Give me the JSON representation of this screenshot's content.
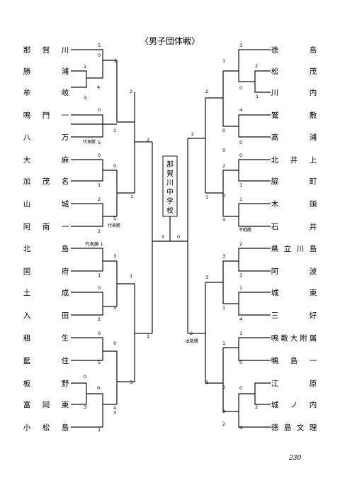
{
  "page_title": "〈男子団体戦〉",
  "page_number": "230",
  "champion": "那賀川中学校",
  "left_teams": [
    "那賀川",
    "勝浦",
    "牟岐",
    "鳴門一",
    "八万",
    "大麻",
    "加茂名",
    "山城",
    "阿南一",
    "北島",
    "国府",
    "土成",
    "入田",
    "粗生",
    "藍住",
    "板野",
    "富岡東",
    "小松島"
  ],
  "right_teams": [
    "徳島",
    "松茂",
    "川内",
    "鷲敷",
    "高浦",
    "北井上",
    "脇町",
    "木頭",
    "石井",
    "県立川島",
    "阿波",
    "城東",
    "三好",
    "鳴教大附属",
    "鴨島一",
    "江原",
    "城ノ内",
    "徳島文理"
  ],
  "left_scores": [
    "5",
    "2",
    "0",
    "1",
    "4",
    "3",
    "2",
    "0",
    "1",
    "5",
    "2",
    "0",
    "0",
    "1",
    "2",
    "5",
    "2",
    "1",
    "代表勝 1",
    "3",
    "1",
    "0",
    "3",
    "2",
    "1",
    "1",
    "0",
    "0",
    "5",
    "0",
    "0",
    "3",
    "4",
    "3",
    "3",
    "1"
  ],
  "right_scores": [
    "3",
    "1",
    "0",
    "2",
    "1",
    "0",
    "4",
    "0",
    "2",
    "2",
    "0",
    "1",
    "0",
    "2",
    "1",
    "3",
    "0",
    "1",
    "2",
    "3",
    "1",
    "3",
    "1",
    "1",
    "4",
    "1",
    "1",
    "0",
    "2",
    "0",
    "0",
    "3",
    "4",
    "2",
    "3",
    "2"
  ],
  "notes": [
    "代表勝",
    "代表勝",
    "不戦勝",
    "本数勝"
  ],
  "final_scores": [
    "3",
    "0"
  ]
}
